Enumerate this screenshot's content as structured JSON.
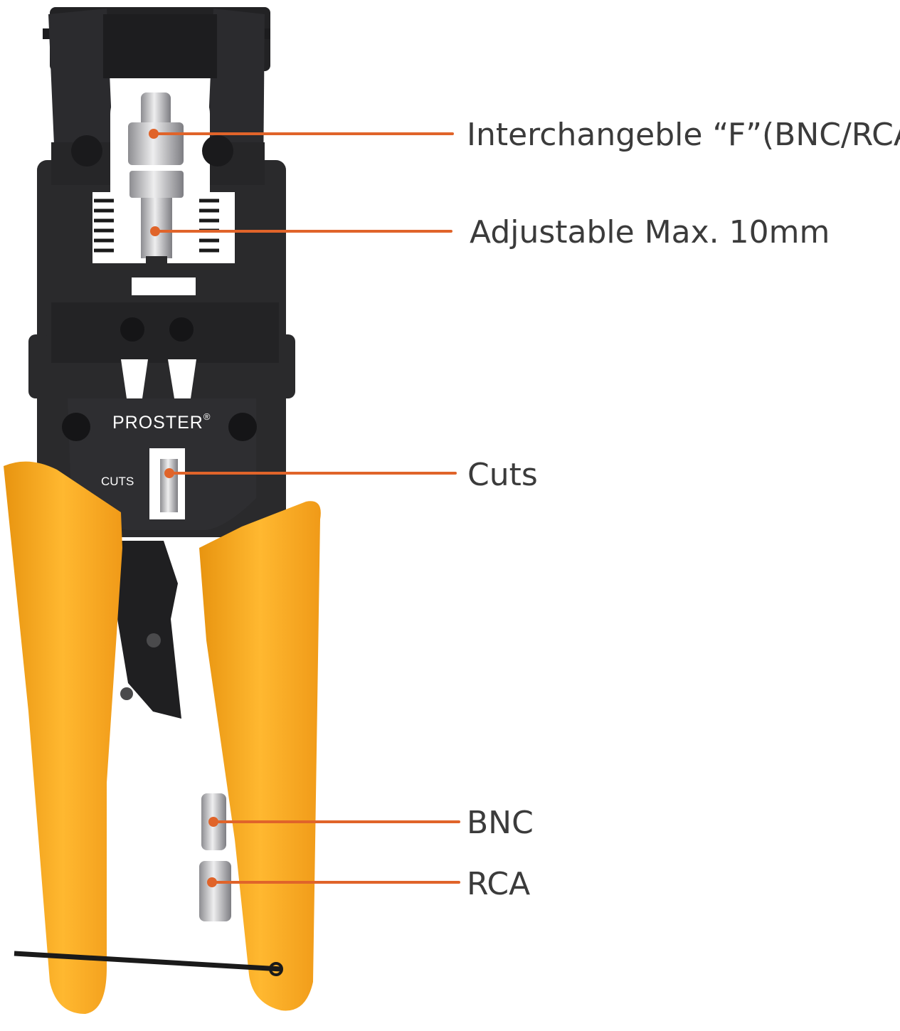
{
  "colors": {
    "background": "#ffffff",
    "tool_body": "#2a2a2c",
    "tool_body_dark": "#1b1b1d",
    "handle_yellow": "#f5a623",
    "handle_yellow_light": "#ffbf3f",
    "metal": "#c9c9cc",
    "callout_line": "#e0642a",
    "label_text": "#3b3b3b"
  },
  "tool": {
    "brand": "PROSTER",
    "registered_mark": "®",
    "cuts_marking": "CUTS"
  },
  "callouts": [
    {
      "id": "f-connector",
      "label": "Interchangeble “F”(BNC/RCA)"
    },
    {
      "id": "adjustable",
      "label": "Adjustable Max. 10mm"
    },
    {
      "id": "cuts",
      "label": "Cuts"
    },
    {
      "id": "bnc",
      "label": "BNC"
    },
    {
      "id": "rca",
      "label": "RCA"
    }
  ]
}
